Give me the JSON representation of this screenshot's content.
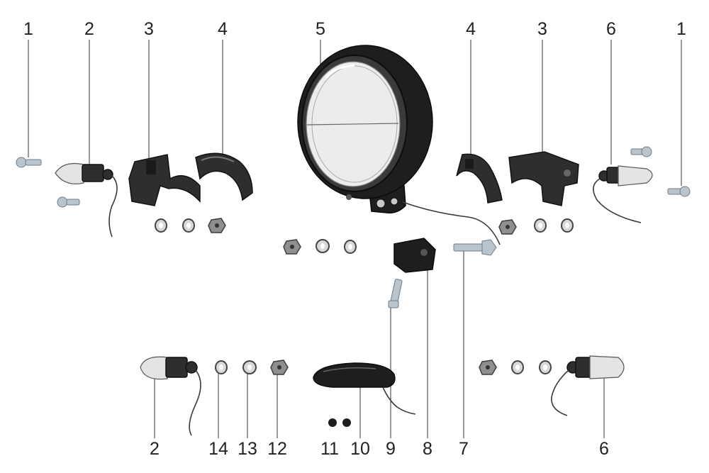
{
  "callouts": [
    {
      "id": "c1a",
      "text": "1"
    },
    {
      "id": "c2a",
      "text": "2"
    },
    {
      "id": "c3a",
      "text": "3"
    },
    {
      "id": "c4a",
      "text": "4"
    },
    {
      "id": "c5",
      "text": "5"
    },
    {
      "id": "c4b",
      "text": "4"
    },
    {
      "id": "c3b",
      "text": "3"
    },
    {
      "id": "c6a",
      "text": "6"
    },
    {
      "id": "c1b",
      "text": "1"
    },
    {
      "id": "c2b",
      "text": "2"
    },
    {
      "id": "c14",
      "text": "14"
    },
    {
      "id": "c13",
      "text": "13"
    },
    {
      "id": "c12",
      "text": "12"
    },
    {
      "id": "c11",
      "text": "11"
    },
    {
      "id": "c10",
      "text": "10"
    },
    {
      "id": "c9",
      "text": "9"
    },
    {
      "id": "c8",
      "text": "8"
    },
    {
      "id": "c7",
      "text": "7"
    },
    {
      "id": "c6b",
      "text": "6"
    }
  ]
}
